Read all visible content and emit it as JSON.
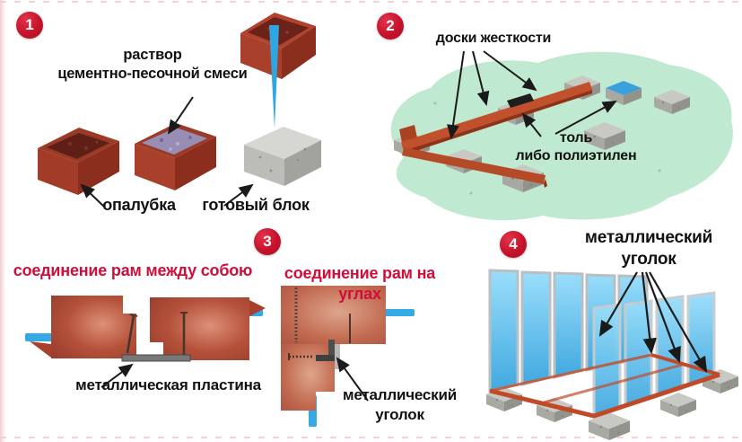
{
  "colors": {
    "badge_red": "#c5132b",
    "heading_red": "#cf0e3a",
    "label_black": "#111111",
    "box_red": "#a8402c",
    "board_red": "#b44a26",
    "ground_green": "#c0e9d1",
    "accent_blue": "#2ea6e2",
    "block_gray": "#b5b5b0",
    "glass_blue": "#5cc4ee"
  },
  "steps": [
    {
      "number": "1",
      "labels": {
        "mortar": "раствор\nцементно-песочной смеси",
        "formwork": "опалубка",
        "finished_block": "готовый блок"
      }
    },
    {
      "number": "2",
      "labels": {
        "stiffening_boards": "доски жесткости",
        "felt_or_polyethylene": "толь\nлибо полиэтилен"
      }
    },
    {
      "number": "3",
      "headings": {
        "frames_joint": "соединение рам между собою",
        "corner_joint": "соединение рам на углах"
      },
      "labels": {
        "metal_plate": "металлическая пластина",
        "metal_angle": "металлический\nуголок"
      }
    },
    {
      "number": "4",
      "labels": {
        "metal_angle": "металлический\nуголок"
      }
    }
  ]
}
